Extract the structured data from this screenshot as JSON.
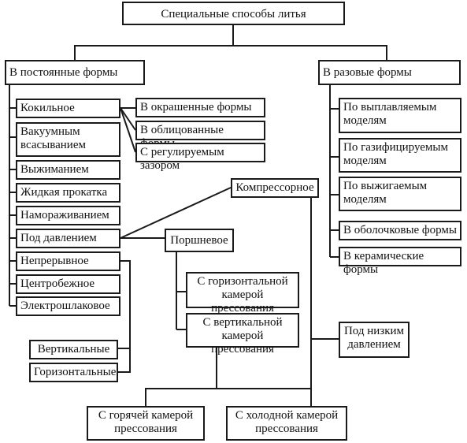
{
  "diagram": {
    "root": "Специальные способы литья",
    "permanent": "В постоянные формы",
    "single": "В разовые формы",
    "permanent_items": [
      "Кокильное",
      "Вакуумным\nвсасыванием",
      "Выжиманием",
      "Жидкая прокатка",
      "Намораживанием",
      "Под давлением",
      "Непрерывное",
      "Центробежное",
      "Электрошлаковое"
    ],
    "kokil_subtypes": [
      "В окрашенные формы",
      "В облицованные формы",
      "С регулируемым зазором"
    ],
    "pressure": {
      "compressor": "Компрессорное",
      "piston": "Поршневое",
      "horizontal_chamber": "С горизонтальной\nкамерой прессования",
      "vertical_chamber": "С вертикальной\nкамерой прессования",
      "low_pressure": "Под низким\nдавлением",
      "hot_chamber": "С горячей камерой\nпрессования",
      "cold_chamber": "С холодной камерой\nпрессования"
    },
    "continuous_subtypes": [
      "Вертикальные",
      "Горизонтальные"
    ],
    "single_items": [
      "По выплавляемым\nмоделям",
      "По газифицируемым\nмоделям",
      "По выжигаемым\nмоделям",
      "В оболочковые формы",
      "В керамические формы"
    ]
  }
}
